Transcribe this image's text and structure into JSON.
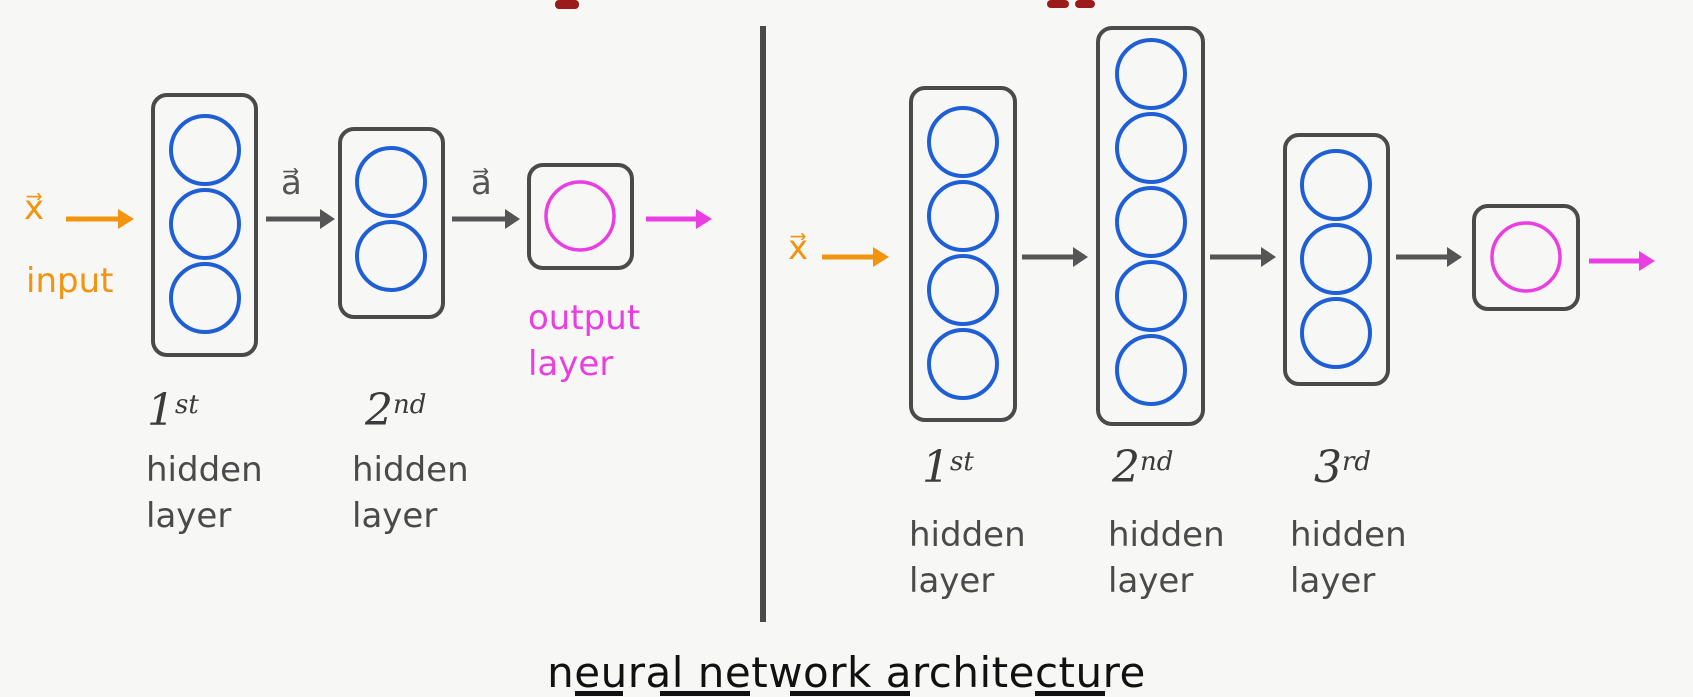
{
  "left": {
    "input_symbol": "x⃗",
    "input_label": "input",
    "edge_labels": [
      "a⃗",
      "a⃗"
    ],
    "output_label": "output\nlayer",
    "layers": [
      {
        "neurons": 3,
        "ordinal": "1",
        "suffix": "st",
        "label": "hidden\nlayer"
      },
      {
        "neurons": 2,
        "ordinal": "2",
        "suffix": "nd",
        "label": "hidden\nlayer"
      },
      {
        "neurons": 1,
        "role": "output"
      }
    ]
  },
  "right": {
    "input_symbol": "x⃗",
    "layers": [
      {
        "neurons": 4,
        "ordinal": "1",
        "suffix": "st",
        "label": "hidden\nlayer"
      },
      {
        "neurons": 5,
        "ordinal": "2",
        "suffix": "nd",
        "label": "hidden\nlayer"
      },
      {
        "neurons": 3,
        "ordinal": "3",
        "suffix": "rd",
        "label": "hidden\nlayer"
      },
      {
        "neurons": 1,
        "role": "output"
      }
    ]
  },
  "caption": "neural network architecture",
  "colors": {
    "neuron": "#1f5fd6",
    "output_neuron": "#ea3ee3",
    "input": "#f2940f",
    "box": "#4a4a4a",
    "arrow": "#555555",
    "divider": "#4a4a4a",
    "title": "#9b1b1b"
  },
  "icons": [
    "arrow-right-icon"
  ]
}
